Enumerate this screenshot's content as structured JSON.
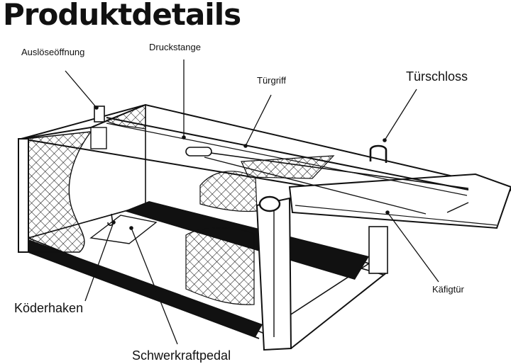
{
  "title": "Produktdetails",
  "labels": {
    "ausloeseoeffnung": "Auslöseöffnung",
    "druckstange": "Druckstange",
    "tuergriff": "Türgriff",
    "tuerschloss": "Türschloss",
    "kaefigtuer": "Käfigtür",
    "koederhaken": "Köderhaken",
    "schwerkraftpedal": "Schwerkraftpedal"
  }
}
